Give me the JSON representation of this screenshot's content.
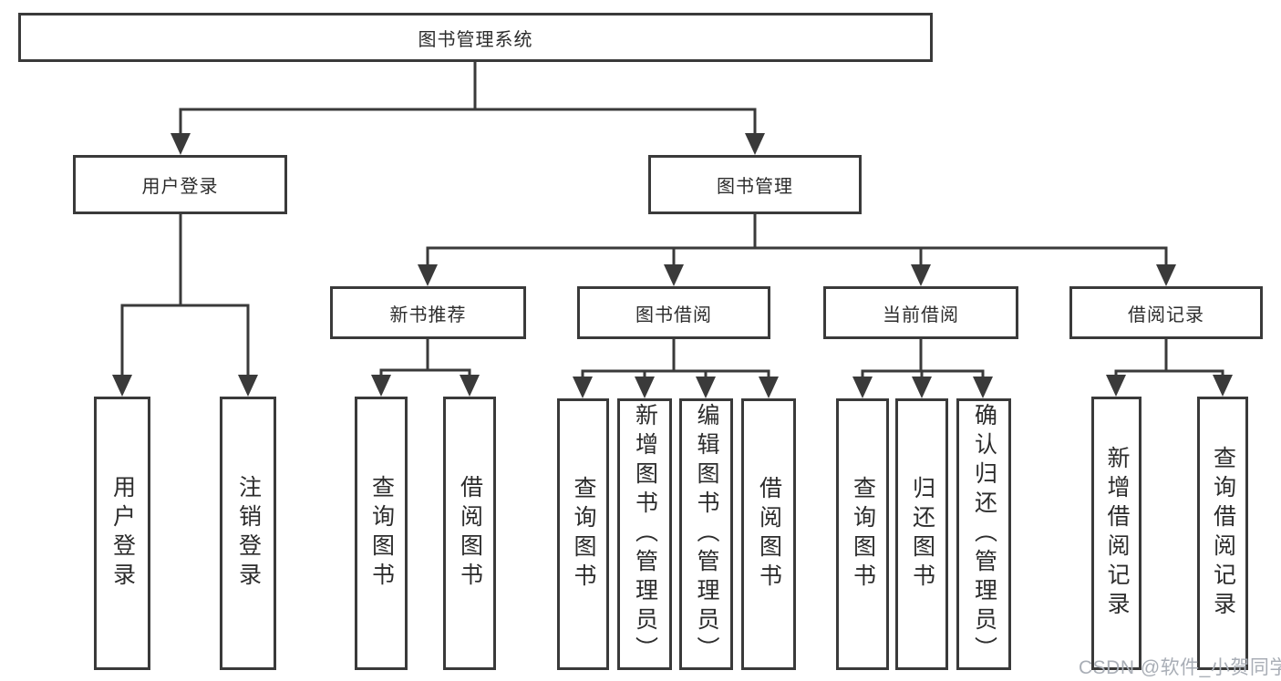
{
  "diagram": {
    "tree": {
      "label": "图书管理系统",
      "children": [
        {
          "label": "用户登录",
          "children": [
            {
              "label": "用户登录"
            },
            {
              "label": "注销登录"
            }
          ]
        },
        {
          "label": "图书管理",
          "children": [
            {
              "label": "新书推荐",
              "children": [
                {
                  "label": "查询图书"
                },
                {
                  "label": "借阅图书"
                }
              ]
            },
            {
              "label": "图书借阅",
              "children": [
                {
                  "label": "查询图书"
                },
                {
                  "label": "新增图书（管理员）"
                },
                {
                  "label": "编辑图书（管理员）"
                },
                {
                  "label": "借阅图书"
                }
              ]
            },
            {
              "label": "当前借阅",
              "children": [
                {
                  "label": "查询图书"
                },
                {
                  "label": "归还图书"
                },
                {
                  "label": "确认归还（管理员）"
                }
              ]
            },
            {
              "label": "借阅记录",
              "children": [
                {
                  "label": "新增借阅记录"
                },
                {
                  "label": "查询借阅记录"
                }
              ]
            }
          ]
        }
      ]
    },
    "colors": {
      "line": "#3a3a3a",
      "box_border": "#3a3a3a",
      "text": "#2c2c2c",
      "background": "#ffffff",
      "watermark": "#a9aeb6"
    }
  },
  "watermark": {
    "text": "CSDN @软件_小贺同学"
  }
}
